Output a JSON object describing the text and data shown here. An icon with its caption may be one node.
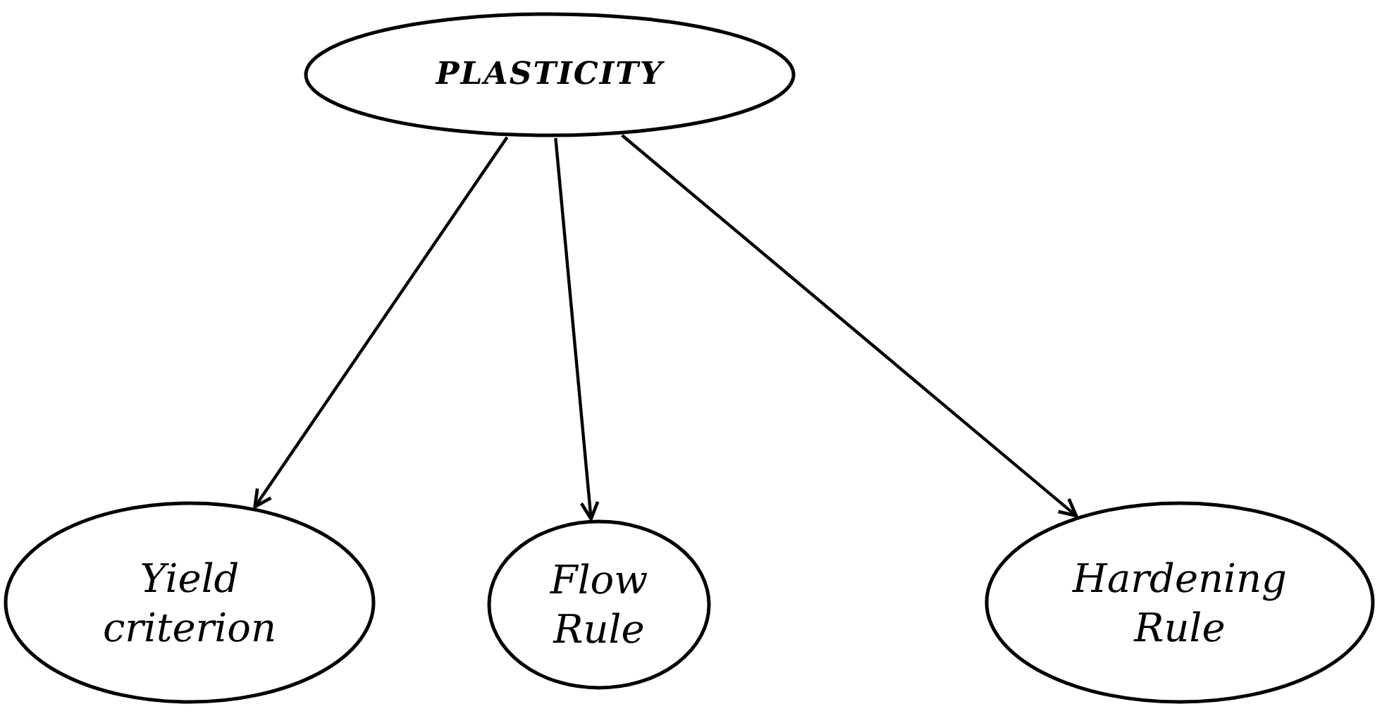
{
  "diagram": {
    "nodes": [
      {
        "text": [
          "PLASTICITY"
        ]
      },
      {
        "text": [
          "Yield criterion"
        ]
      },
      {
        "text": [
          "Flow Rule"
        ]
      },
      {
        "text": [
          "Hardening Rule"
        ]
      }
    ],
    "edges": [
      {
        "from": 0,
        "to": 1,
        "arrow": "to"
      },
      {
        "from": 0,
        "to": 2,
        "arrow": "to"
      },
      {
        "from": 0,
        "to": 3,
        "arrow": "to"
      }
    ]
  }
}
